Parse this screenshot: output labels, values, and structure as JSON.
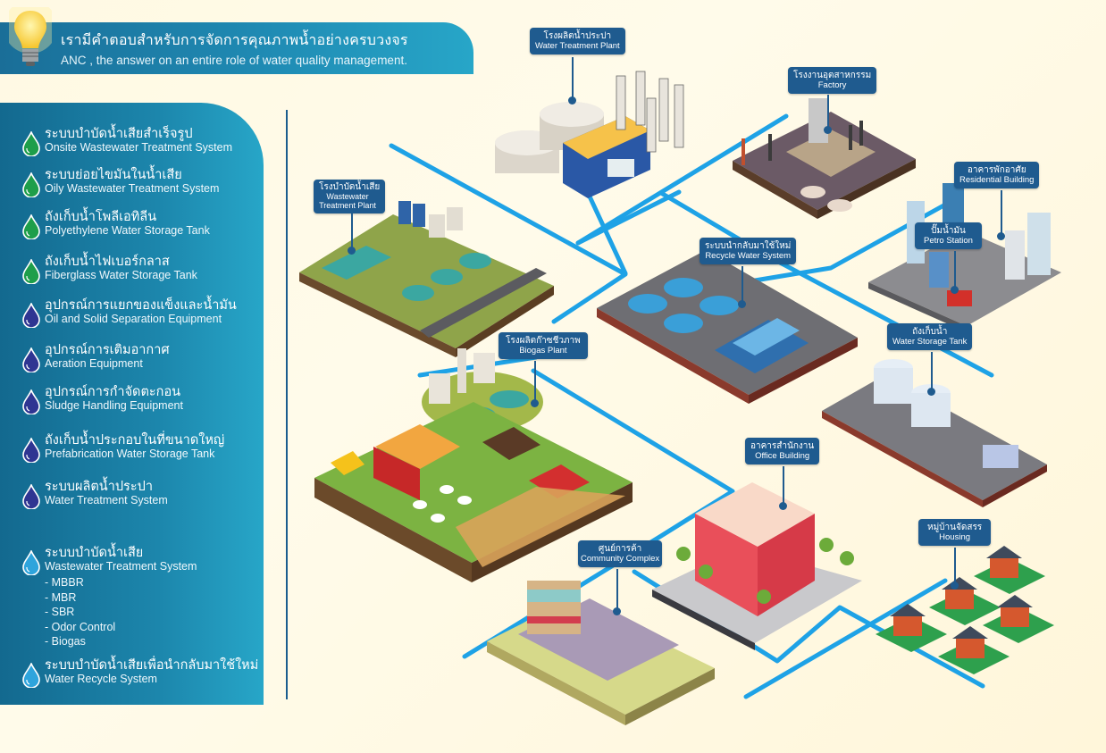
{
  "header": {
    "title_th": "เรามีคำตอบสำหรับการจัดการคุณภาพน้ำอย่างครบวงจร",
    "title_en": "ANC , the answer on an entire role of water quality management.",
    "icon": "lightbulb-icon"
  },
  "colors": {
    "banner": "#1a6e98",
    "label_bg": "#1f5b8f",
    "pipe": "#1ea2e6",
    "drop_green": "#1e9e4a",
    "drop_navy": "#2f3592",
    "drop_light": "#2ea4dc",
    "background": "#fff9e3"
  },
  "sidebar": {
    "items": [
      {
        "th": "ระบบบำบัดน้ำเสียสำเร็จรูป",
        "en": "Onsite Wastewater Treatment System",
        "icon": "water-drop-green-icon"
      },
      {
        "th": "ระบบย่อยไขมันในน้ำเสีย",
        "en": "Oily Wastewater Treatment System",
        "icon": "water-drop-green-icon"
      },
      {
        "th": "ถังเก็บน้ำโพลีเอทิลีน",
        "en": "Polyethylene Water Storage Tank",
        "icon": "water-drop-green-icon"
      },
      {
        "th": "ถังเก็บน้ำไฟเบอร์กลาส",
        "en": "Fiberglass Water Storage Tank",
        "icon": "water-drop-green-icon"
      },
      {
        "th": "อุปกรณ์การแยกของแข็งและน้ำมัน",
        "en": "Oil and Solid Separation Equipment",
        "icon": "water-drop-navy-icon"
      },
      {
        "th": "อุปกรณ์การเติมอากาศ",
        "en": "Aeration Equipment",
        "icon": "water-drop-navy-icon"
      },
      {
        "th": "อุปกรณ์การกำจัดตะกอน",
        "en": "Sludge Handling Equipment",
        "icon": "water-drop-navy-icon"
      },
      {
        "th": "ถังเก็บน้ำประกอบในที่ขนาดใหญ่",
        "en": "Prefabrication Water Storage Tank",
        "icon": "water-drop-navy-icon"
      },
      {
        "th": "ระบบผลิตน้ำประปา",
        "en": "Water Treatment System",
        "icon": "water-drop-navy-icon"
      },
      {
        "th": "ระบบบำบัดน้ำเสีย",
        "en": "Wastewater Treatment System",
        "icon": "water-drop-light-icon",
        "subitems": [
          "- MBBR",
          "- MBR",
          "- SBR",
          "- Odor Control",
          "- Biogas"
        ]
      },
      {
        "th": "ระบบบำบัดน้ำเสียเพื่อนำกลับมาใช้ใหม่",
        "en": "Water Recycle System",
        "icon": "water-drop-light-icon"
      }
    ]
  },
  "map": {
    "locations": [
      {
        "th": "โรงผลิตน้ำประปา",
        "en": "Water Treatment Plant"
      },
      {
        "th": "โรงงานอุตสาหกรรม",
        "en": "Factory"
      },
      {
        "th": "โรงบำบัดน้ำเสีย",
        "en": "Wastewater Treatment Plant"
      },
      {
        "th": "อาคารพักอาศัย",
        "en": "Residential Building"
      },
      {
        "th": "ปั๊มน้ำมัน",
        "en": "Petro Station"
      },
      {
        "th": "ระบบนำกลับมาใช้ใหม่",
        "en": "Recycle Water System"
      },
      {
        "th": "โรงผลิตก๊าซชีวภาพ",
        "en": "Biogas Plant"
      },
      {
        "th": "ถังเก็บน้ำ",
        "en": "Water Storage Tank"
      },
      {
        "th": "อาคารสำนักงาน",
        "en": "Office Building"
      },
      {
        "th": "ศูนย์การค้า",
        "en": "Community Complex"
      },
      {
        "th": "หมู่บ้านจัดสรร",
        "en": "Housing"
      }
    ]
  }
}
